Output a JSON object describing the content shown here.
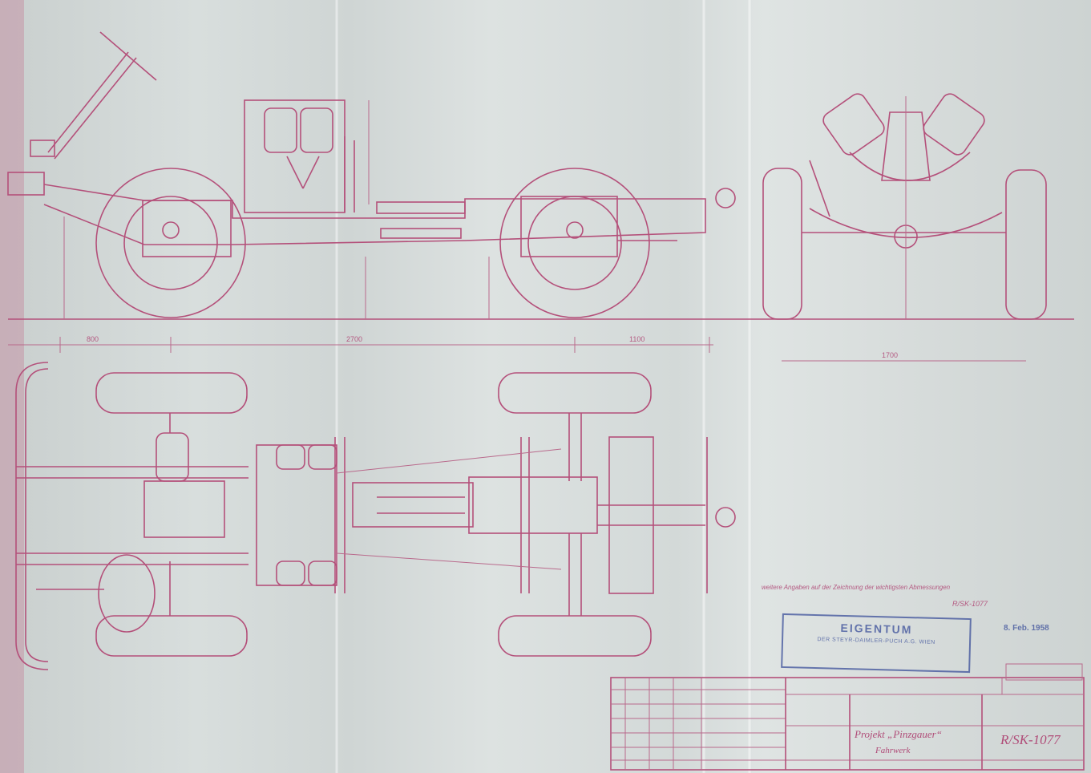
{
  "drawing": {
    "dimensions": {
      "front_overhang": "800",
      "wheelbase": "2700",
      "rear_overhang": "1100",
      "track": "1700"
    },
    "note_line": "weitere Angaben auf der Zeichnung der wichtigsten Abmessungen",
    "note_ref": "R/SK-1077",
    "stamp_title": "EIGENTUM",
    "stamp_subtitle": "DER STEYR-DAIMLER-PUCH A.G. WIEN",
    "date_stamp": "8. Feb. 1958",
    "title_block": {
      "project": "Projekt „Pinzgauer“",
      "subtitle": "Fahrwerk",
      "drawing_number": "R/SK-1077"
    }
  },
  "colors": {
    "ink": "#b4507a",
    "stamp": "#3b4f9a",
    "paper": "#d6dcdb"
  }
}
